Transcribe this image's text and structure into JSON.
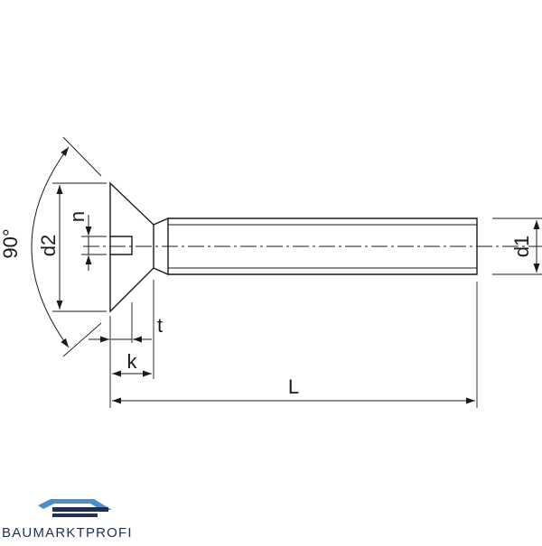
{
  "drawing": {
    "labels": {
      "angle": "90°",
      "d2": "d2",
      "n": "n",
      "d1": "d1",
      "t": "t",
      "k": "k",
      "L": "L"
    }
  },
  "brand": {
    "name": "BAUMARKTPROFI",
    "colors": {
      "roof": "#4a90c8",
      "dark": "#1f2f5a",
      "line": "#1a1a1a"
    }
  }
}
